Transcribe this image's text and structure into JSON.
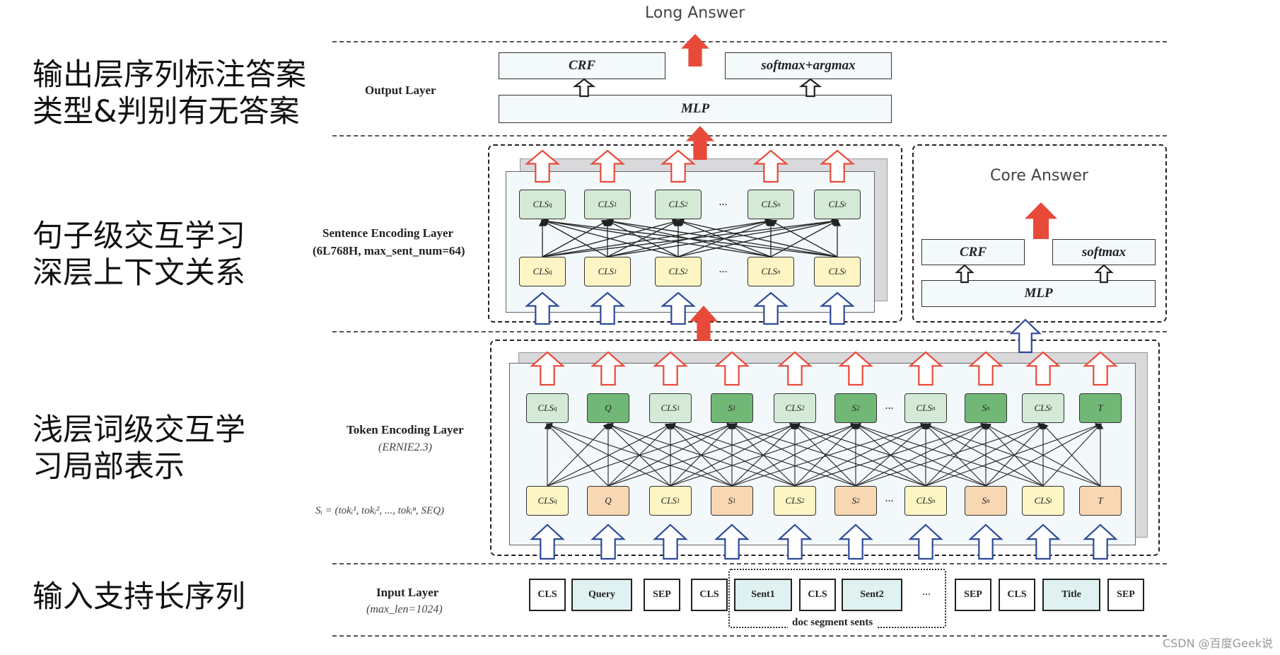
{
  "annotations": {
    "output": [
      "输出层序列标注答案",
      "类型&判别有无答案"
    ],
    "sentence": [
      "句子级交互学习",
      "深层上下文关系"
    ],
    "token": [
      "浅层词级交互学",
      "习局部表示"
    ],
    "input": [
      "输入支持长序列"
    ]
  },
  "titles": {
    "long_answer": "Long Answer",
    "core_answer": "Core Answer"
  },
  "layers": {
    "output": {
      "label": "Output Layer"
    },
    "sentence": {
      "label": "Sentence Encoding Layer",
      "sub": "(6L768H, max_sent_num=64)"
    },
    "token": {
      "label": "Token Encoding Layer",
      "sub": "(ERNIE2.3)",
      "formula": "Sᵢ = (tokᵢ¹, tokᵢ², ..., tokᵢⁿ, SEQ)"
    },
    "input": {
      "label": "Input Layer",
      "sub": "(max_len=1024)"
    }
  },
  "output_boxes": {
    "crf": "CRF",
    "softmax_argmax": "softmax+argmax",
    "mlp": "MLP"
  },
  "core_boxes": {
    "crf": "CRF",
    "softmax": "softmax",
    "mlp": "MLP"
  },
  "sentence_tokens": [
    "CLS_q",
    "CLS_1",
    "CLS_2",
    "...",
    "CLS_n",
    "CLS_t"
  ],
  "token_tokens": [
    "CLS_q",
    "Q",
    "CLS_1",
    "S_1",
    "CLS_2",
    "S_2",
    "...",
    "CLS_n",
    "S_n",
    "CLS_t",
    "T"
  ],
  "input_tokens": [
    "CLS",
    "Query",
    "SEP",
    "CLS",
    "Sent1",
    "CLS",
    "Sent2",
    "...",
    "SEP",
    "CLS",
    "Title",
    "SEP"
  ],
  "doc_segment_label": "doc segment sents",
  "watermark": "CSDN @百度Geek说",
  "colors": {
    "red_arrow": "#e84a3a",
    "blue_arrow": "#2d4a9a",
    "dark_green": "#71b877",
    "light_green": "#d4ead6",
    "yellow": "#fdf6c4",
    "orange": "#f8d7b3"
  }
}
